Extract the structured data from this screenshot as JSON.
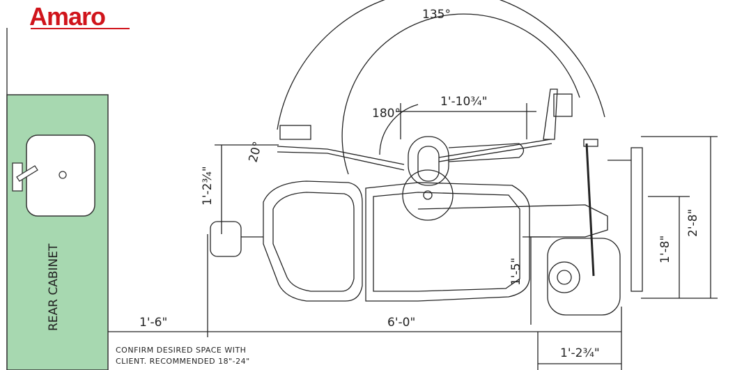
{
  "brand": {
    "logo_text": "Amaro"
  },
  "cabinet": {
    "label": "REAR CABINET",
    "color": "#a7d8b0"
  },
  "dimensions": {
    "arc_angle": "135°",
    "swing_angle": "180°",
    "tilt_angle": "20°",
    "delivery_offset": "1'-10¾\"",
    "left_height": "1'-2¾\"",
    "overall_height": "2'-8\"",
    "right_height": "1'-8\"",
    "small_height": "1'-5\"",
    "rear_clearance": "1'-6\"",
    "chair_length": "6'-0\"",
    "bottom_width": "1'-2¾\""
  },
  "note": {
    "line1": "CONFIRM DESIRED  SPACE WITH",
    "line2": "CLIENT. RECOMMENDED 18\"-24\""
  }
}
